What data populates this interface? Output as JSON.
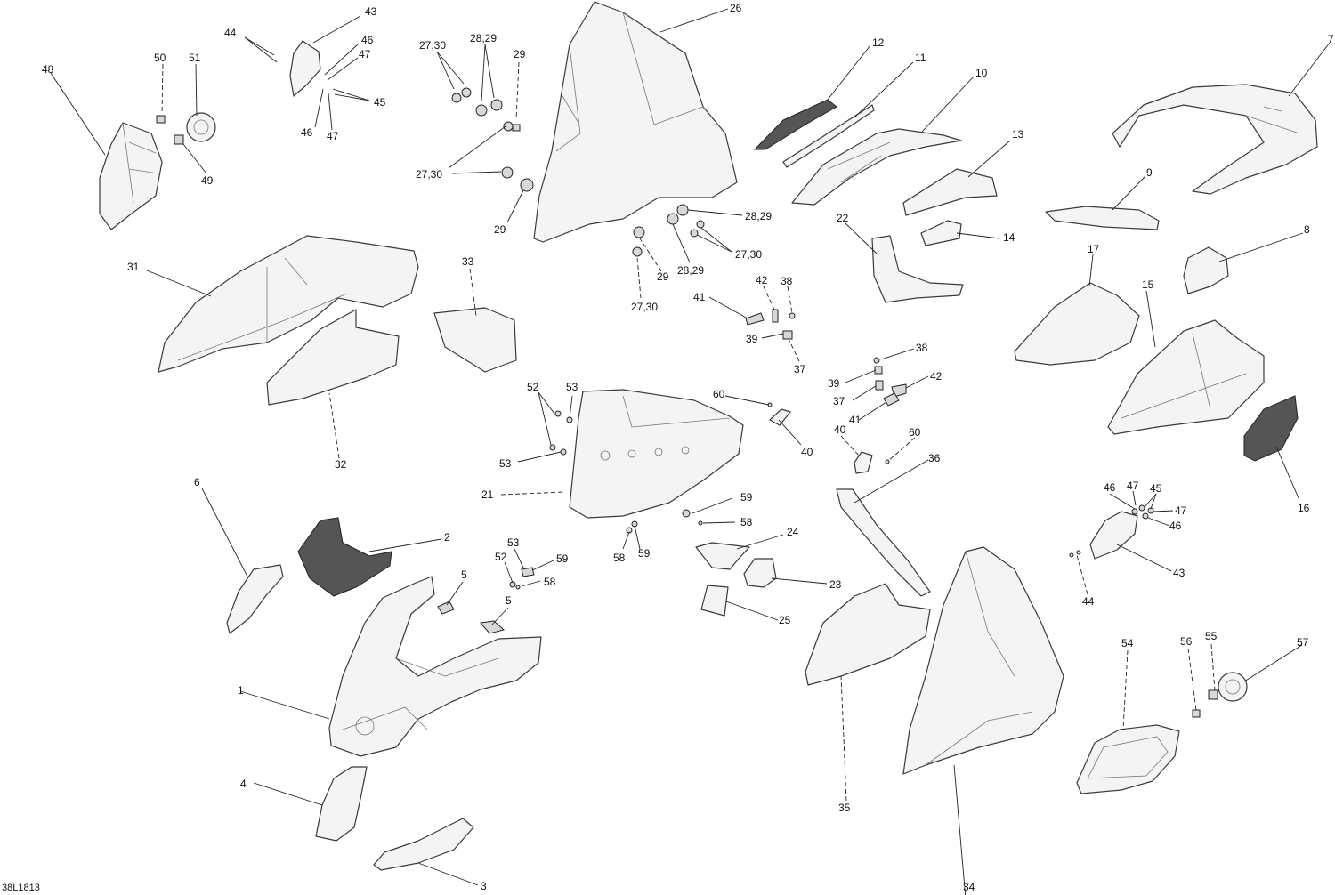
{
  "drawing_code": "38L1813",
  "callouts": [
    {
      "id": "c1",
      "text": "1"
    },
    {
      "id": "c2",
      "text": "2"
    },
    {
      "id": "c3",
      "text": "3"
    },
    {
      "id": "c4",
      "text": "4"
    },
    {
      "id": "c5a",
      "text": "5"
    },
    {
      "id": "c5b",
      "text": "5"
    },
    {
      "id": "c6",
      "text": "6"
    },
    {
      "id": "c7",
      "text": "7"
    },
    {
      "id": "c8",
      "text": "8"
    },
    {
      "id": "c9",
      "text": "9"
    },
    {
      "id": "c10",
      "text": "10"
    },
    {
      "id": "c11",
      "text": "11"
    },
    {
      "id": "c12",
      "text": "12"
    },
    {
      "id": "c13",
      "text": "13"
    },
    {
      "id": "c14",
      "text": "14"
    },
    {
      "id": "c15",
      "text": "15"
    },
    {
      "id": "c16",
      "text": "16"
    },
    {
      "id": "c17",
      "text": "17"
    },
    {
      "id": "c21",
      "text": "21"
    },
    {
      "id": "c22",
      "text": "22"
    },
    {
      "id": "c23",
      "text": "23"
    },
    {
      "id": "c24",
      "text": "24"
    },
    {
      "id": "c25",
      "text": "25"
    },
    {
      "id": "c26",
      "text": "26"
    },
    {
      "id": "c2730a",
      "text": "27,30"
    },
    {
      "id": "c2730b",
      "text": "27,30"
    },
    {
      "id": "c2730c",
      "text": "27,30"
    },
    {
      "id": "c2730d",
      "text": "27,30"
    },
    {
      "id": "c2829a",
      "text": "28,29"
    },
    {
      "id": "c2829b",
      "text": "28,29"
    },
    {
      "id": "c2829c",
      "text": "28,29"
    },
    {
      "id": "c29a",
      "text": "29"
    },
    {
      "id": "c29b",
      "text": "29"
    },
    {
      "id": "c29c",
      "text": "29"
    },
    {
      "id": "c31",
      "text": "31"
    },
    {
      "id": "c32",
      "text": "32"
    },
    {
      "id": "c33",
      "text": "33"
    },
    {
      "id": "c34",
      "text": "34"
    },
    {
      "id": "c35",
      "text": "35"
    },
    {
      "id": "c36",
      "text": "36"
    },
    {
      "id": "c37a",
      "text": "37"
    },
    {
      "id": "c37b",
      "text": "37"
    },
    {
      "id": "c38a",
      "text": "38"
    },
    {
      "id": "c38b",
      "text": "38"
    },
    {
      "id": "c39a",
      "text": "39"
    },
    {
      "id": "c39b",
      "text": "39"
    },
    {
      "id": "c40a",
      "text": "40"
    },
    {
      "id": "c40b",
      "text": "40"
    },
    {
      "id": "c41a",
      "text": "41"
    },
    {
      "id": "c41b",
      "text": "41"
    },
    {
      "id": "c42a",
      "text": "42"
    },
    {
      "id": "c42b",
      "text": "42"
    },
    {
      "id": "c43a",
      "text": "43"
    },
    {
      "id": "c43b",
      "text": "43"
    },
    {
      "id": "c44a",
      "text": "44"
    },
    {
      "id": "c44b",
      "text": "44"
    },
    {
      "id": "c45a",
      "text": "45"
    },
    {
      "id": "c45b",
      "text": "45"
    },
    {
      "id": "c46a",
      "text": "46"
    },
    {
      "id": "c46b",
      "text": "46"
    },
    {
      "id": "c46c",
      "text": "46"
    },
    {
      "id": "c46d",
      "text": "46"
    },
    {
      "id": "c47a",
      "text": "47"
    },
    {
      "id": "c47b",
      "text": "47"
    },
    {
      "id": "c47c",
      "text": "47"
    },
    {
      "id": "c47d",
      "text": "47"
    },
    {
      "id": "c48",
      "text": "48"
    },
    {
      "id": "c49",
      "text": "49"
    },
    {
      "id": "c50",
      "text": "50"
    },
    {
      "id": "c51",
      "text": "51"
    },
    {
      "id": "c52a",
      "text": "52"
    },
    {
      "id": "c52b",
      "text": "52"
    },
    {
      "id": "c53a",
      "text": "53"
    },
    {
      "id": "c53b",
      "text": "53"
    },
    {
      "id": "c53c",
      "text": "53"
    },
    {
      "id": "c54",
      "text": "54"
    },
    {
      "id": "c55",
      "text": "55"
    },
    {
      "id": "c56",
      "text": "56"
    },
    {
      "id": "c57",
      "text": "57"
    },
    {
      "id": "c58a",
      "text": "58"
    },
    {
      "id": "c58b",
      "text": "58"
    },
    {
      "id": "c58c",
      "text": "58"
    },
    {
      "id": "c59a",
      "text": "59"
    },
    {
      "id": "c59b",
      "text": "59"
    },
    {
      "id": "c59c",
      "text": "59"
    },
    {
      "id": "c60a",
      "text": "60"
    },
    {
      "id": "c60b",
      "text": "60"
    }
  ]
}
